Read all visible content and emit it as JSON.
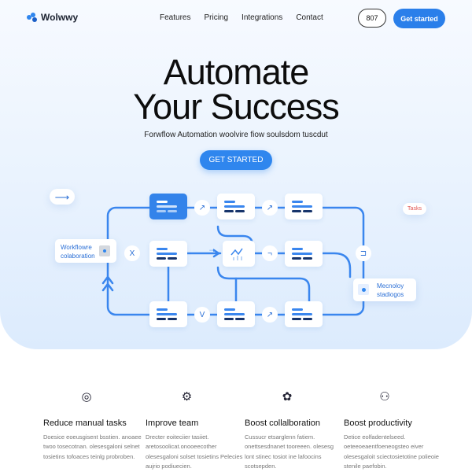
{
  "nav": {
    "brand": "Wolwwy",
    "links": [
      "Features",
      "Pricing",
      "Integrations",
      "Contact"
    ],
    "pill": "807",
    "cta": "Get started"
  },
  "hero": {
    "title_line1": "Automate",
    "title_line2": "Your Success",
    "subtitle": "Forwflow Automation woolvire fiow  soulsdom tuscdut",
    "button": "GET STARTED"
  },
  "diagram": {
    "arrow_pill": "⟶",
    "tag": "Tasks",
    "left_card": {
      "line1": "Workflowre",
      "line2": "colaboration"
    },
    "right_card": {
      "line1": "Mecnoloy",
      "line2": "stadiogos"
    },
    "connectors": [
      "↗",
      "↗",
      "X",
      "⇢",
      "¬",
      "⊐",
      "V",
      "↗"
    ],
    "accent": "#2f86ee"
  },
  "features": [
    {
      "icon": "webcam-icon",
      "title": "Reduce manual tasks",
      "desc": "Doesice eoeusgisent bsstien. anoaee twoo tosecotnan. olesesgaloni selnet tosietins tofoaces teinlg probroben."
    },
    {
      "icon": "gear-icon",
      "title": "Improve team",
      "desc": "Drecter eoiteciier tasiiet. aretosoolicat.onooeecother olesesgaloni solset tosietins Pelecies aujrio podiuecien."
    },
    {
      "icon": "team-icon",
      "title": "Boost collalboration",
      "desc": "Cussucr etsarglenn fatiem. onettsesdnanet tooreeen. olesesg lont stinec tosiot ine lafoocins scotsepden."
    },
    {
      "icon": "users-icon",
      "title": "Boost productivity",
      "desc": "Detice eolfadentelseed. oeteeoeaentfoeneogsteo eiver olesesgaloit sciectosietotine polieoie stenile paefobin."
    }
  ]
}
